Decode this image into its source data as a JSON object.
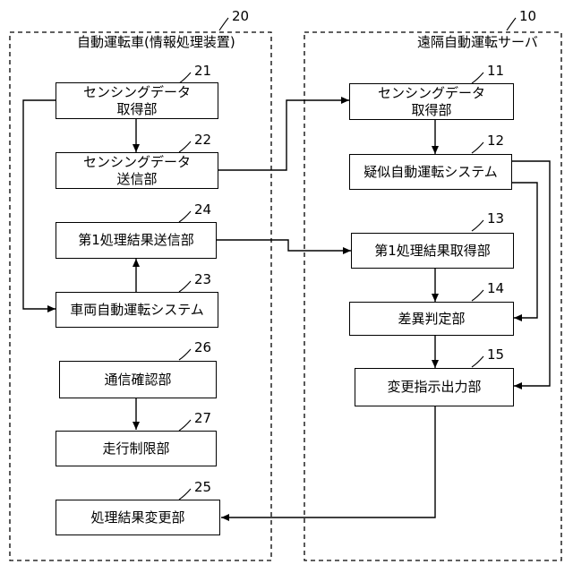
{
  "left_group": {
    "ref": "20",
    "title": "自動運転車(情報処理装置)"
  },
  "right_group": {
    "ref": "10",
    "title": "遠隔自動運転サーバ"
  },
  "blocks": {
    "b21": {
      "ref": "21",
      "label": "センシングデータ\n取得部"
    },
    "b22": {
      "ref": "22",
      "label": "センシングデータ\n送信部"
    },
    "b24": {
      "ref": "24",
      "label": "第1処理結果送信部"
    },
    "b23": {
      "ref": "23",
      "label": "車両自動運転システム"
    },
    "b26": {
      "ref": "26",
      "label": "通信確認部"
    },
    "b27": {
      "ref": "27",
      "label": "走行制限部"
    },
    "b25": {
      "ref": "25",
      "label": "処理結果変更部"
    },
    "b11": {
      "ref": "11",
      "label": "センシングデータ\n取得部"
    },
    "b12": {
      "ref": "12",
      "label": "疑似自動運転システム"
    },
    "b13": {
      "ref": "13",
      "label": "第1処理結果取得部"
    },
    "b14": {
      "ref": "14",
      "label": "差異判定部"
    },
    "b15": {
      "ref": "15",
      "label": "変更指示出力部"
    }
  }
}
